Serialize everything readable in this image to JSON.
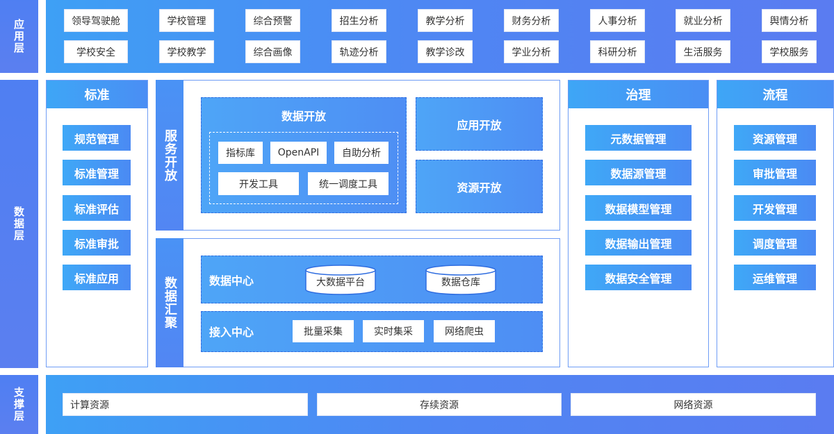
{
  "layers": {
    "app": "应用层",
    "data": "数据层",
    "support": "支撑层"
  },
  "app_row1": [
    "领导驾驶舱",
    "学校管理",
    "综合预警",
    "招生分析",
    "教学分析",
    "财务分析",
    "人事分析",
    "就业分析",
    "舆情分析"
  ],
  "app_row2": [
    "学校安全",
    "学校教学",
    "综合画像",
    "轨迹分析",
    "教学诊改",
    "学业分析",
    "科研分析",
    "生活服务",
    "学校服务"
  ],
  "standard": {
    "title": "标准",
    "items": [
      "规范管理",
      "标准管理",
      "标准评估",
      "标准审批",
      "标准应用"
    ]
  },
  "service": {
    "tab": "服务开放",
    "data_open": {
      "title": "数据开放",
      "row1": [
        "指标库",
        "OpenAPI",
        "自助分析"
      ],
      "row2": [
        "开发工具",
        "统一调度工具"
      ]
    },
    "app_open": "应用开放",
    "res_open": "资源开放"
  },
  "gather": {
    "tab": "数据汇聚",
    "data_center": {
      "title": "数据中心",
      "items": [
        "大数据平台",
        "数据仓库"
      ]
    },
    "access_center": {
      "title": "接入中心",
      "items": [
        "批量采集",
        "实时集采",
        "网络爬虫"
      ]
    }
  },
  "governance": {
    "title": "治理",
    "items": [
      "元数据管理",
      "数据源管理",
      "数据模型管理",
      "数据输出管理",
      "数据安全管理"
    ]
  },
  "process": {
    "title": "流程",
    "items": [
      "资源管理",
      "审批管理",
      "开发管理",
      "调度管理",
      "运维管理"
    ]
  },
  "support_items": [
    "计算资源",
    "存续资源",
    "网络资源"
  ],
  "colors": {
    "accent": "#4f86f3",
    "light_accent": "#3ea6f6",
    "border": "#6f9df5"
  }
}
